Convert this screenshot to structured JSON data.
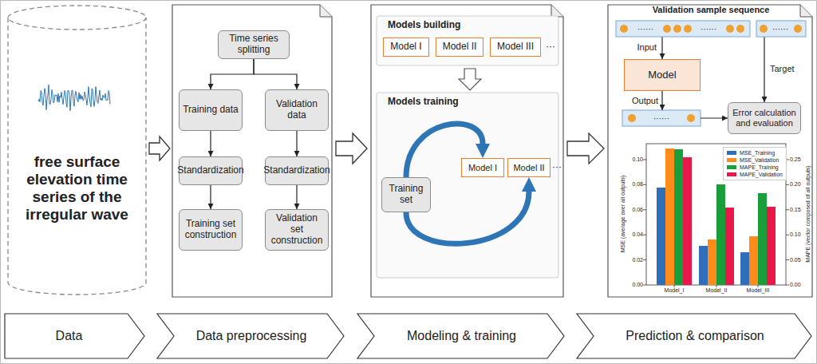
{
  "diagram": {
    "nodes": [
      {
        "text": [
          "free surface elevation time series of the irregular wave"
        ]
      },
      {
        "text": [
          "Time series splitting"
        ]
      },
      {
        "text": [
          "Training data"
        ]
      },
      {
        "text": [
          "Validation data"
        ]
      },
      {
        "text": [
          "Standardization"
        ]
      },
      {
        "text": [
          "Standardization"
        ]
      },
      {
        "text": [
          "Training set construction"
        ]
      },
      {
        "text": [
          "Validation set construction"
        ]
      },
      {
        "text": [
          "Model I"
        ]
      },
      {
        "text": [
          "Model II"
        ]
      },
      {
        "text": [
          "Model III"
        ]
      },
      {
        "text": [
          "Training set"
        ]
      },
      {
        "text": [
          "Model I"
        ]
      },
      {
        "text": [
          "Model II"
        ]
      },
      {
        "text": [
          "Validation sample sequence"
        ]
      },
      {
        "text": [
          "Model"
        ]
      },
      {
        "text": [
          "Error calculation and evaluation"
        ]
      },
      {
        "text": [
          "Data"
        ]
      },
      {
        "text": [
          "Data preprocessing"
        ]
      },
      {
        "text": [
          "Modeling & training"
        ]
      },
      {
        "text": [
          "Prediction & comparison"
        ]
      }
    ],
    "edges": [
      {
        "from": 1,
        "to": 2,
        "arrow": "to"
      },
      {
        "from": 1,
        "to": 3,
        "arrow": "to"
      },
      {
        "from": 2,
        "to": 4,
        "arrow": "to"
      },
      {
        "from": 3,
        "to": 5,
        "arrow": "to"
      },
      {
        "from": 4,
        "to": 6,
        "arrow": "to"
      },
      {
        "from": 5,
        "to": 7,
        "arrow": "to"
      },
      {
        "from": 14,
        "to": 15,
        "label": "Input",
        "arrow": "to"
      },
      {
        "from": 14,
        "to": 16,
        "label": "Target",
        "arrow": "to"
      },
      {
        "from": 11,
        "to": 12,
        "arrow": "to"
      },
      {
        "from": 11,
        "to": 13,
        "arrow": "to"
      }
    ],
    "labels": [
      "Models building",
      "···",
      "Models training",
      "···",
      "······",
      "······",
      "······",
      "······",
      "Output",
      "MSE (average over all outputs)",
      "MAPE (vector composed of all outputs)",
      "0.00",
      "0.02",
      "0.04",
      "0.06",
      "0.08",
      "0.10",
      "0.00",
      "0.05",
      "0.10",
      "0.15",
      "0.20",
      "0.25",
      "Model_I",
      "Model_II",
      "Model_III"
    ],
    "legend": [
      {
        "text": "MSE_Training",
        "color": "#2f6fba"
      },
      {
        "text": "MSE_Validation",
        "color": "#ff8c1a"
      },
      {
        "text": "MAPE_Training",
        "color": "#1a9e3a"
      },
      {
        "text": "MAPE_Validation",
        "color": "#e8194a"
      }
    ]
  }
}
